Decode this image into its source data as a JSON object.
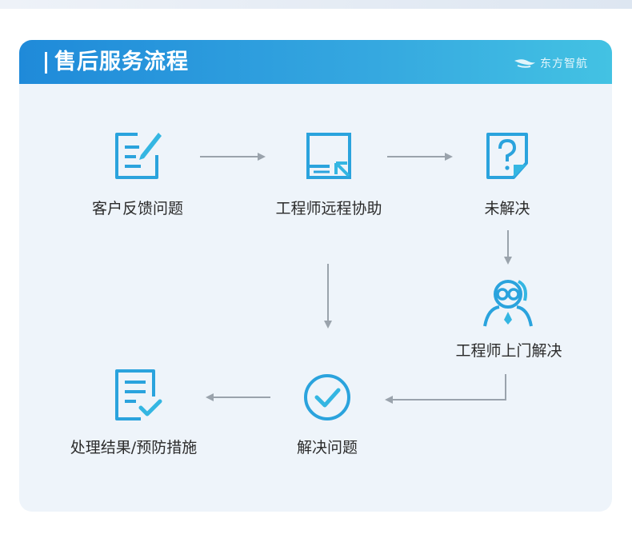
{
  "header": {
    "title": "售后服务流程",
    "brand": "东方智航"
  },
  "steps": {
    "feedback": "客户反馈问题",
    "remote": "工程师远程协助",
    "unresolved": "未解决",
    "onsite": "工程师上门解决",
    "resolved": "解决问题",
    "result": "处理结果/预防措施"
  },
  "colors": {
    "accent": "#2aa3dd",
    "arrow": "#9aa3ac"
  }
}
